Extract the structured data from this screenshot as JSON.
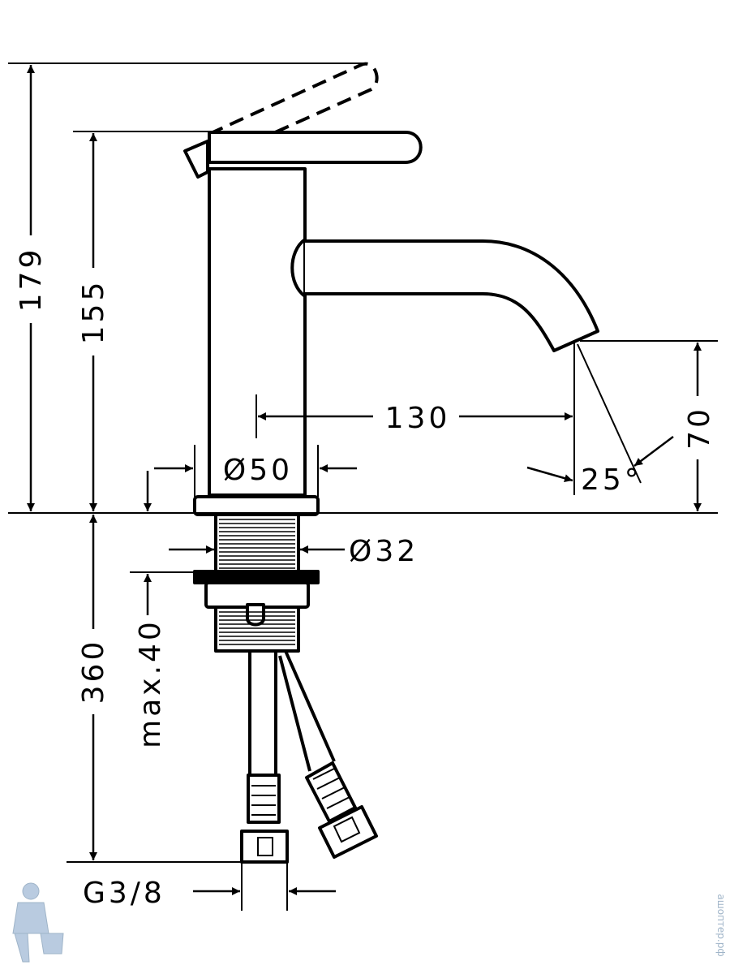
{
  "colors": {
    "line": "#000000",
    "background": "#ffffff",
    "watermark": "#9fb4c8"
  },
  "dimensions": {
    "total_height": "179",
    "body_height": "155",
    "below_counter": "360",
    "max_thickness": "max.40",
    "spout_reach": "130",
    "spout_height": "70",
    "body_diameter": "Ø50",
    "shank_diameter": "Ø32",
    "spout_angle": "25°",
    "connection": "G3/8"
  },
  "watermark": {
    "text": "ашоптер.рф",
    "icon": "plumber-mascot-icon"
  }
}
